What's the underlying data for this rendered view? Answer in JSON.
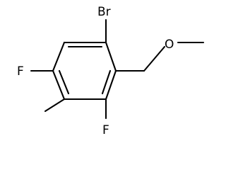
{
  "molecule": {
    "atoms": {
      "br": "Br",
      "o": "O",
      "f_left": "F",
      "f_bottom": "F"
    }
  }
}
